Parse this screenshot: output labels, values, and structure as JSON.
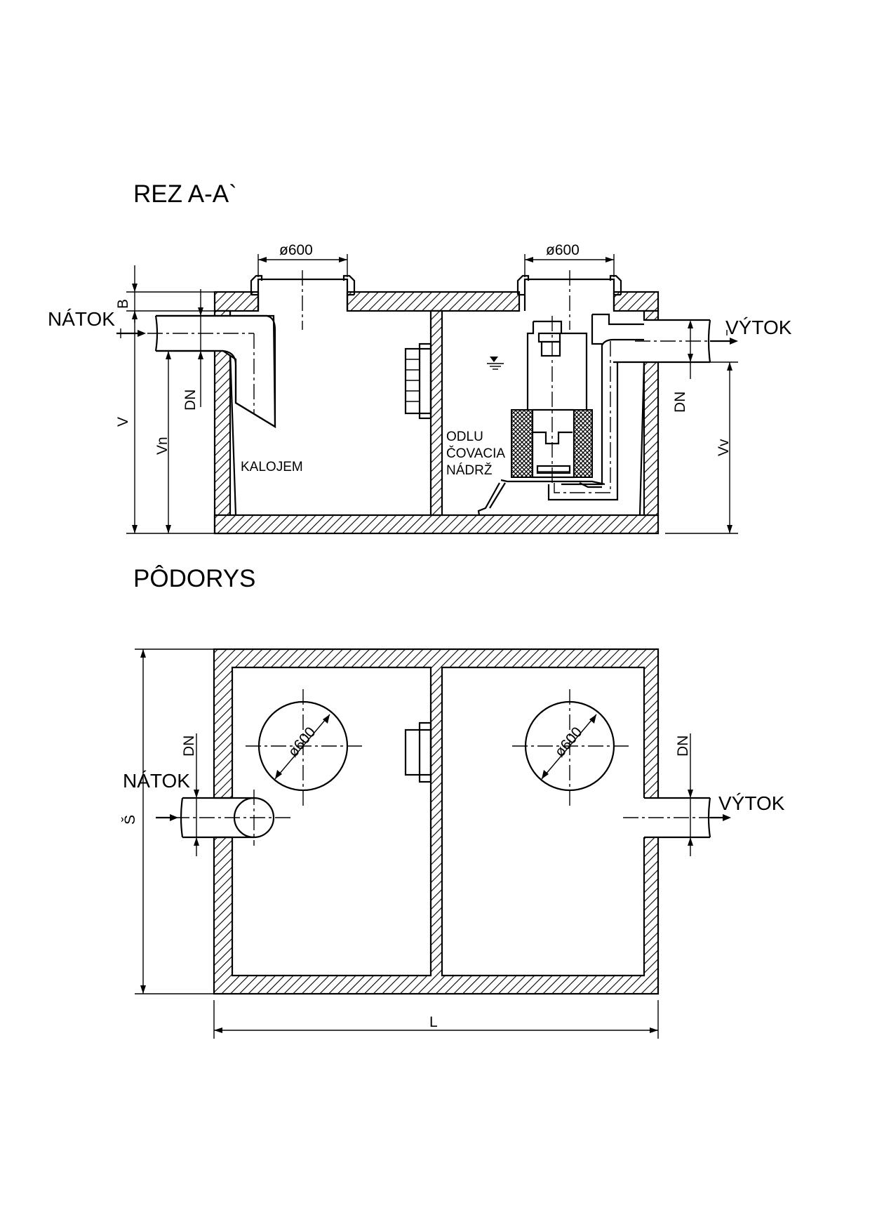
{
  "section": {
    "title": "REZ  A-A`",
    "manhole_left_dim": "ø600",
    "manhole_right_dim": "ø600",
    "inlet_label": "NÁTOK",
    "outlet_label": "VÝTOK",
    "dim_b": "B",
    "dim_dn_in": "DN",
    "dim_dn_out": "DN",
    "dim_v": "V",
    "dim_vn": "Vn",
    "dim_vv": "Vv",
    "chamber1_label": "KALOJEM",
    "chamber2_label_line1": "ODLU",
    "chamber2_label_line2": "ČOVACIA",
    "chamber2_label_line3": "NÁDRŽ"
  },
  "plan": {
    "title": "PÔDORYS",
    "manhole_left_dim": "ø600",
    "manhole_right_dim": "ø600",
    "inlet_label": "NÁTOK",
    "outlet_label": "VÝTOK",
    "dim_dn_in": "DN",
    "dim_dn_out": "DN",
    "dim_width": "Š",
    "dim_length": "L"
  }
}
